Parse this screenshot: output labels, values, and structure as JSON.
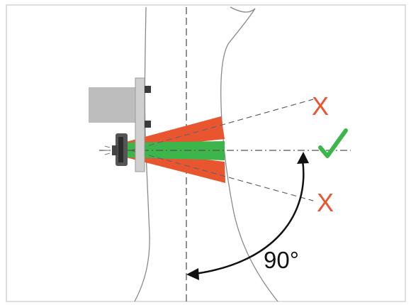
{
  "diagram": {
    "angle_label": "90°",
    "marks": {
      "wrong_upper": "X",
      "wrong_lower": "X",
      "correct": "✓"
    },
    "colors": {
      "frame": "#d4d4d4",
      "outline": "#8a8a8a",
      "center_line": "#555555",
      "wrong": "#e8552f",
      "correct": "#3cb54a",
      "sensor_body": "#bdbdbd",
      "sensor_dark": "#3a3a3a",
      "arrow": "#111111"
    },
    "icons": {
      "wrong_mark": "cross-mark-icon",
      "correct_mark": "check-mark-icon"
    }
  }
}
